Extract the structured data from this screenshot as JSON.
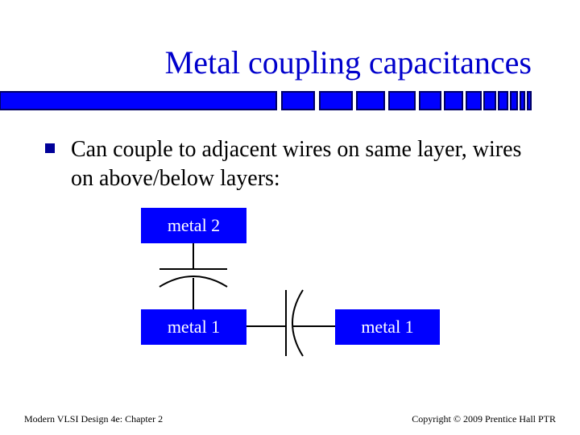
{
  "slide": {
    "title": "Metal coupling capacitances",
    "bullet": "Can couple to adjacent wires on same layer, wires on above/below layers:"
  },
  "diagram": {
    "metal2_label": "metal 2",
    "metal1_left_label": "metal 1",
    "metal1_right_label": "metal 1"
  },
  "footer": {
    "left": "Modern VLSI Design 4e: Chapter 2",
    "right": "Copyright © 2009 Prentice Hall PTR"
  },
  "colors": {
    "title": "#0000cc",
    "accent_blue": "#0000ff",
    "bar_dark": "#000066"
  },
  "icons": {
    "bullet": "square-bullet-icon",
    "title_bar": "blue-square-strip-decoration"
  }
}
